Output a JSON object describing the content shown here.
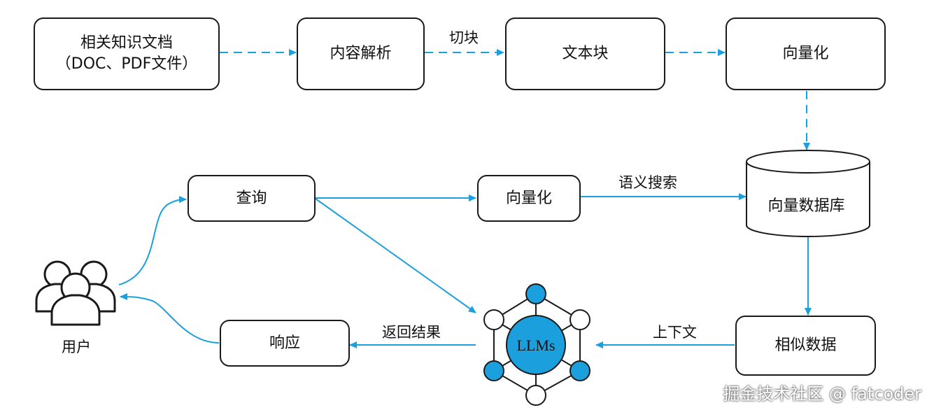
{
  "boxes": {
    "docs_line1": "相关知识文档",
    "docs_line2": "（DOC、PDF文件）",
    "parse": "内容解析",
    "chunks": "文本块",
    "vectorize_top": "向量化",
    "query": "查询",
    "vectorize_mid": "向量化",
    "vector_db": "向量数据库",
    "similar_data": "相似数据",
    "response": "响应"
  },
  "labels": {
    "chunking": "切块",
    "semantic_search": "语义搜索",
    "context": "上下文",
    "return_result": "返回结果",
    "user": "用户",
    "llm": "LLMs"
  },
  "watermark": "掘金技术社区 @ fatcoder",
  "colors": {
    "accent": "#1ca0dd",
    "stroke": "#1a1a1a"
  }
}
